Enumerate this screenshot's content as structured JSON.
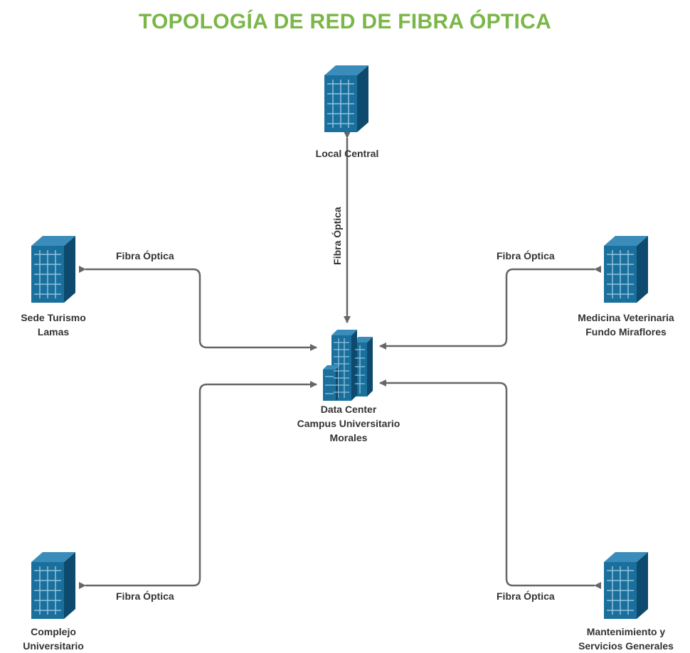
{
  "title": "TOPOLOGÍA DE RED DE FIBRA ÓPTICA",
  "colors": {
    "title": "#7ab648",
    "building_front": "#1a6f9c",
    "building_side": "#0d4a6d",
    "building_top": "#3a8cbb",
    "window": "#8fc3df",
    "link": "#666666",
    "text": "#333333"
  },
  "nodes": {
    "center": {
      "lines": [
        "Data Center",
        "Campus Universitario",
        "Morales"
      ],
      "icon": "office-towers-icon"
    },
    "top": {
      "lines": [
        "Local Central"
      ],
      "icon": "building-icon"
    },
    "left_top": {
      "lines": [
        "Sede Turismo",
        "Lamas"
      ],
      "icon": "building-icon"
    },
    "right_top": {
      "lines": [
        "Medicina Veterinaria",
        "Fundo Miraflores"
      ],
      "icon": "building-icon"
    },
    "left_bottom": {
      "lines": [
        "Complejo",
        "Universitario"
      ],
      "icon": "building-icon"
    },
    "right_bottom": {
      "lines": [
        "Mantenimiento y",
        "Servicios Generales"
      ],
      "icon": "building-icon"
    }
  },
  "links": {
    "top": "Fibra Óptica",
    "left_top": "Fibra Óptica",
    "right_top": "Fibra Óptica",
    "left_bottom": "Fibra Óptica",
    "right_bottom": "Fibra Óptica"
  }
}
